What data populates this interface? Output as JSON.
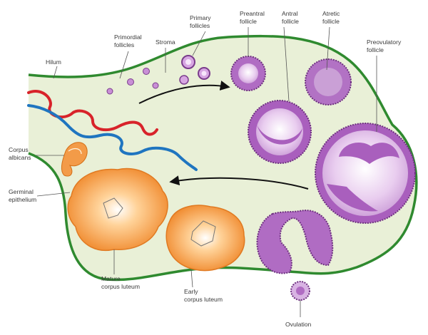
{
  "labels": {
    "hilum": "Hilum",
    "primordial": [
      "Primordial",
      "follicles"
    ],
    "stroma": "Stroma",
    "primary": [
      "Primary",
      "follicles"
    ],
    "preantral": [
      "Preantral",
      "follicle"
    ],
    "antral": [
      "Antral",
      "follicle"
    ],
    "atretic": [
      "Atretic",
      "follicle"
    ],
    "preovulatory": [
      "Preovulatory",
      "follicle"
    ],
    "corpus_albicans": [
      "Corpus",
      "albicans"
    ],
    "germinal_epithelium": [
      "Germinal",
      "epithelium"
    ],
    "mature_corpus_luteum": [
      "Mature",
      "corpus luteum"
    ],
    "early_corpus_luteum": [
      "Early",
      "corpus luteum"
    ],
    "ovulation": "Ovulation"
  },
  "colors": {
    "stroma_fill": "#e9f0d7",
    "epithelium": "#2f8a2f",
    "artery": "#d8232a",
    "vein": "#1f75c0",
    "follicle_purple": "#8e4b9e",
    "follicle_light": "#e6c9ee",
    "corpus_luteum": "#f08a2e",
    "corpus_luteum_light": "#ffd9a6"
  }
}
